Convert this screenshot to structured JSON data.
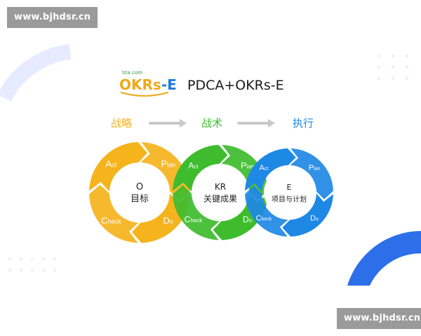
{
  "watermark": {
    "top_text": "www.bjhdsr.cn",
    "bottom_text": "www.bjhdsr.cn"
  },
  "header": {
    "logo_small": "tita.com",
    "logo_text": "OKRs-E",
    "title": "PDCA+OKRs-E"
  },
  "stages": [
    {
      "label": "战略",
      "color": "#f5b21b"
    },
    {
      "label": "战术",
      "color": "#3dbb2f"
    },
    {
      "label": "执行",
      "color": "#1e88e5"
    }
  ],
  "cycles": [
    {
      "color": "#f5b31c",
      "center_title": "O",
      "center_subtitle": "目标",
      "segments": {
        "act": "Act",
        "plan": "Plan",
        "check": "Check",
        "do": "Do"
      }
    },
    {
      "color": "#3ebc2e",
      "center_title": "KR",
      "center_subtitle": "关键成果",
      "segments": {
        "act": "Act",
        "plan": "Plan",
        "check": "Check",
        "do": "Do"
      }
    },
    {
      "color": "#1e88e5",
      "center_title": "E",
      "center_subtitle": "项目与计划",
      "segments": {
        "act": "Act",
        "plan": "Plan",
        "check": "Check",
        "do": "Do"
      }
    }
  ],
  "decor": {
    "blue_arc": "#2c6fe8",
    "light_arc": "#e6ebff",
    "dots": "#eceff5"
  }
}
